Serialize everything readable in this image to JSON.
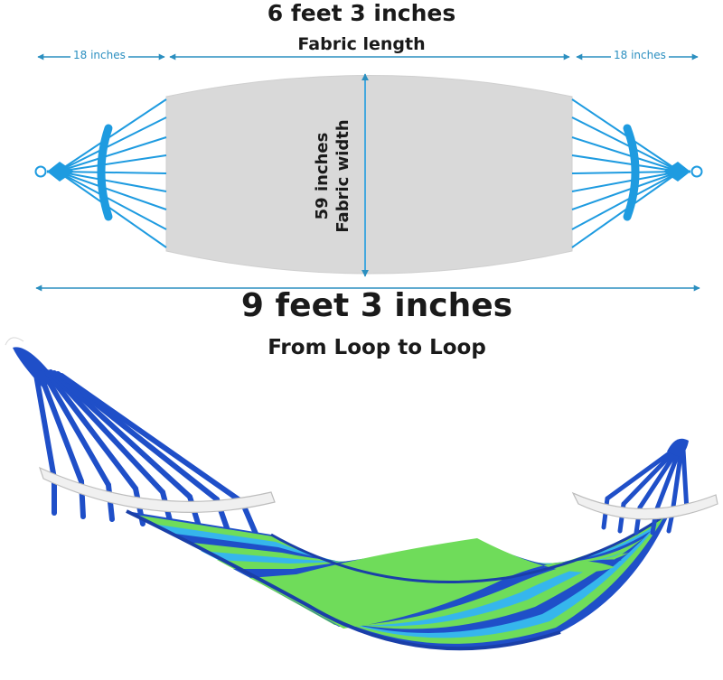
{
  "dimensions": {
    "fabric_length": {
      "value": "6 feet 3 inches",
      "label": "Fabric length"
    },
    "spreader_left": "18 inches",
    "spreader_right": "18 inches",
    "fabric_width": {
      "value": "59 inches",
      "label": "Fabric width"
    },
    "total_length": {
      "value": "9 feet 3 inches",
      "label": "From Loop to Loop"
    }
  },
  "colors": {
    "rope_blue": "#1e9be0",
    "dimension_line": "#2b8fc0",
    "fabric_panel": "#d9d9d9",
    "stripe_green": "#6fdc5a",
    "stripe_dark_blue": "#1f4fc8",
    "stripe_light_blue": "#36b6ec",
    "spreader_bar": "#f0f0f0"
  }
}
